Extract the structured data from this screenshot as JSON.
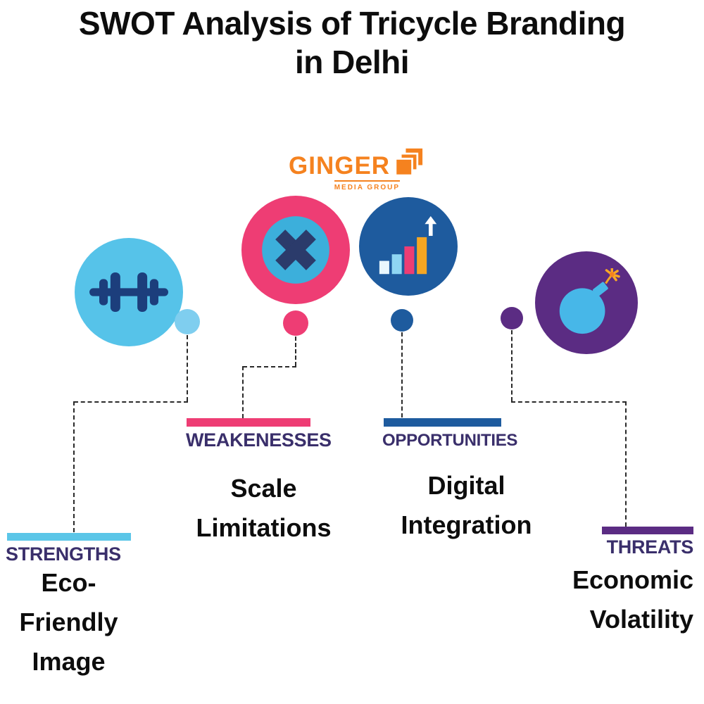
{
  "title": {
    "text": "SWOT Analysis of Tricycle Branding in Delhi",
    "line1": "SWOT Analysis of Tricycle Branding",
    "line2": "in Delhi"
  },
  "logo": {
    "name": "GINGER",
    "tagline": "MEDIA GROUP",
    "color": "#F5821F",
    "icon": "stacked-pages-icon"
  },
  "sections": {
    "strengths": {
      "label": "STRENGTHS",
      "description": "Eco-\nFriendly\nImage",
      "accent_color": "#5BC6E8",
      "circle_color": "#56C3E9",
      "icon": "dumbbell-icon"
    },
    "weaknesses": {
      "label": "WEAKENESSES",
      "description": "Scale\nLimitations",
      "accent_color": "#EE3D74",
      "circle_color": "#EE3D74",
      "icon": "cross-icon"
    },
    "opportunities": {
      "label": "OPPORTUNITIES",
      "description": "Digital\nIntegration",
      "accent_color": "#1E5B9E",
      "circle_color": "#1E5B9E",
      "icon": "bar-chart-growth-icon"
    },
    "threats": {
      "label": "THREATS",
      "description": "Economic\nVolatility",
      "accent_color": "#5B2C83",
      "circle_color": "#5B2C83",
      "icon": "bomb-icon"
    }
  },
  "colors": {
    "title_text": "#0D0D0D",
    "label_text": "#3A2F6B",
    "connector": "#2A2A2A",
    "logo_orange": "#F5821F"
  }
}
